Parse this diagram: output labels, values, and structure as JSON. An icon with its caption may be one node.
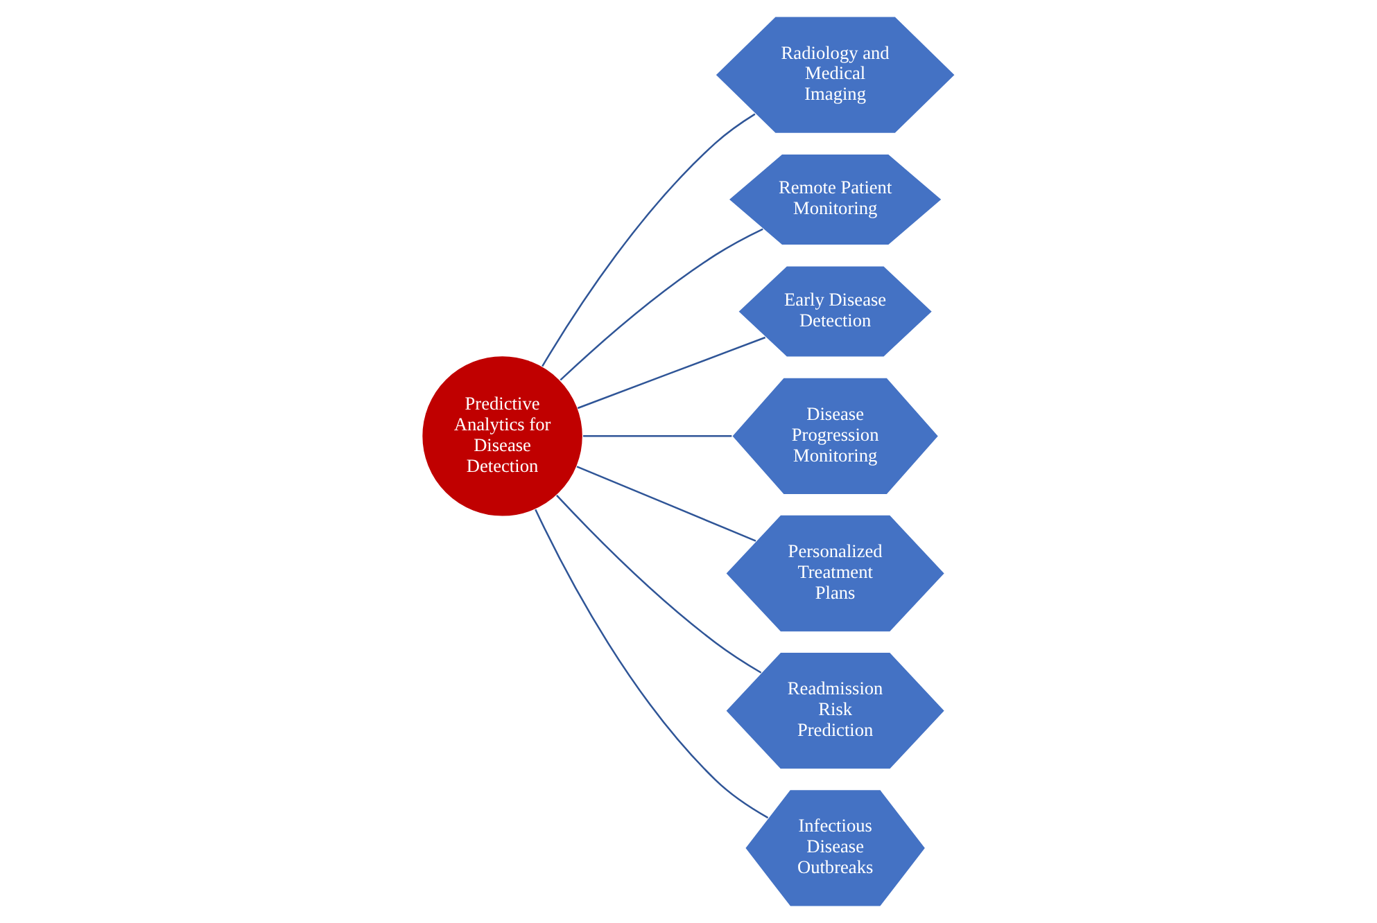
{
  "diagram": {
    "nodes": [
      {
        "text": [
          "Predictive Analytics for Disease Detection"
        ]
      },
      {
        "text": [
          "Radiology and Medical Imaging"
        ]
      },
      {
        "text": [
          "Remote Patient Monitoring"
        ]
      },
      {
        "text": [
          "Early Disease Detection"
        ]
      },
      {
        "text": [
          "Disease Progression Monitoring"
        ]
      },
      {
        "text": [
          "Personalized Treatment Plans"
        ]
      },
      {
        "text": [
          "Readmission Risk Prediction"
        ]
      },
      {
        "text": [
          "Infectious Disease Outbreaks"
        ]
      }
    ],
    "edges": [
      {
        "from": 0,
        "to": 1,
        "arrow": "none"
      },
      {
        "from": 0,
        "to": 2,
        "arrow": "none"
      },
      {
        "from": 0,
        "to": 3,
        "arrow": "none"
      },
      {
        "from": 0,
        "to": 4,
        "arrow": "none"
      },
      {
        "from": 0,
        "to": 5,
        "arrow": "none"
      },
      {
        "from": 0,
        "to": 6,
        "arrow": "none"
      },
      {
        "from": 0,
        "to": 7,
        "arrow": "none"
      }
    ]
  }
}
